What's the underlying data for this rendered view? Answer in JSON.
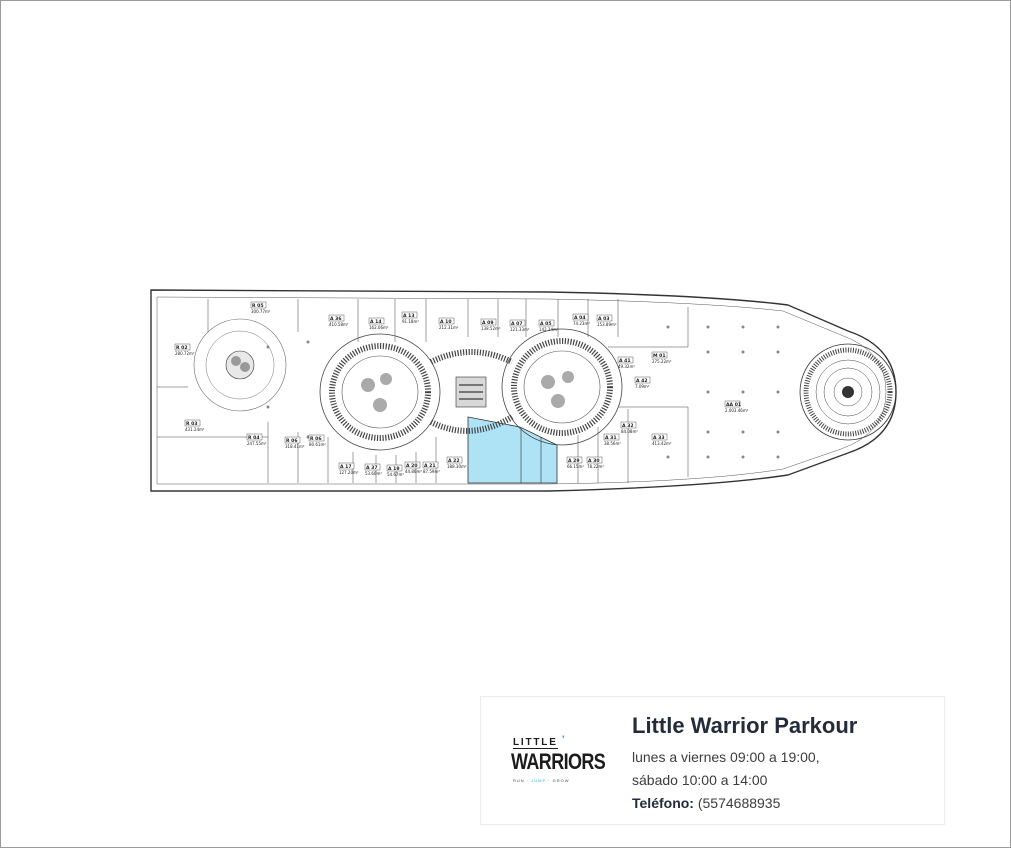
{
  "floorplan": {
    "units": [
      {
        "label": "R 05",
        "area": "300.77m²"
      },
      {
        "label": "R 02",
        "area": "280.72m²"
      },
      {
        "label": "R 03",
        "area": "431.24m²"
      },
      {
        "label": "A 36",
        "area": "410.58m²"
      },
      {
        "label": "A 14",
        "area": "162.06m²"
      },
      {
        "label": "A 13",
        "area": "91.18m²"
      },
      {
        "label": "A 10",
        "area": "212.31m²"
      },
      {
        "label": "A 09",
        "area": "138.52m²"
      },
      {
        "label": "A 07",
        "area": "121.33m²"
      },
      {
        "label": "A 05",
        "area": "142.24m²"
      },
      {
        "label": "A 04",
        "area": "74.23m²"
      },
      {
        "label": "A 03",
        "area": "153.89m²"
      },
      {
        "label": "R 04",
        "area": "247.55m²"
      },
      {
        "label": "R 06",
        "area": "318.41m²"
      },
      {
        "label": "R 06",
        "area": "80.61m²"
      },
      {
        "label": "A 17",
        "area": "127.20m²"
      },
      {
        "label": "A 37",
        "area": "53.60m²"
      },
      {
        "label": "A 19",
        "area": "54.67m²"
      },
      {
        "label": "A 20",
        "area": "44.86m²"
      },
      {
        "label": "A 21",
        "area": "87.59m²"
      },
      {
        "label": "A 22",
        "area": "188.30m²"
      },
      {
        "label": "A 41",
        "area": "49.32m²"
      },
      {
        "label": "M 01",
        "area": "275.22m²"
      },
      {
        "label": "A 42",
        "area": "7.09m²"
      },
      {
        "label": "A 32",
        "area": "84.08m²"
      },
      {
        "label": "A 31",
        "area": "38.56m²"
      },
      {
        "label": "A 33",
        "area": "413.42m²"
      },
      {
        "label": "A 29",
        "area": "66.15m²"
      },
      {
        "label": "A 30",
        "area": "78.22m²"
      },
      {
        "label": "AA 01",
        "area": "2,003.46m²"
      }
    ]
  },
  "card": {
    "logo": {
      "line1": "LITTLE",
      "line2": "WARRIORS",
      "tag_run": "RUN",
      "tag_jump": "JUMP",
      "tag_grow": "GROW"
    },
    "title": "Little Warrior Parkour",
    "hours_weekday": "lunes a viernes 09:00 a 19:00,",
    "hours_saturday": "sábado 10:00 a 14:00",
    "phone_label": "Teléfono:",
    "phone_value": "(5574688935"
  },
  "colors": {
    "highlight_store": "#aee3f5",
    "logo_accent": "#2da9e1",
    "title_text": "#242b3b"
  }
}
